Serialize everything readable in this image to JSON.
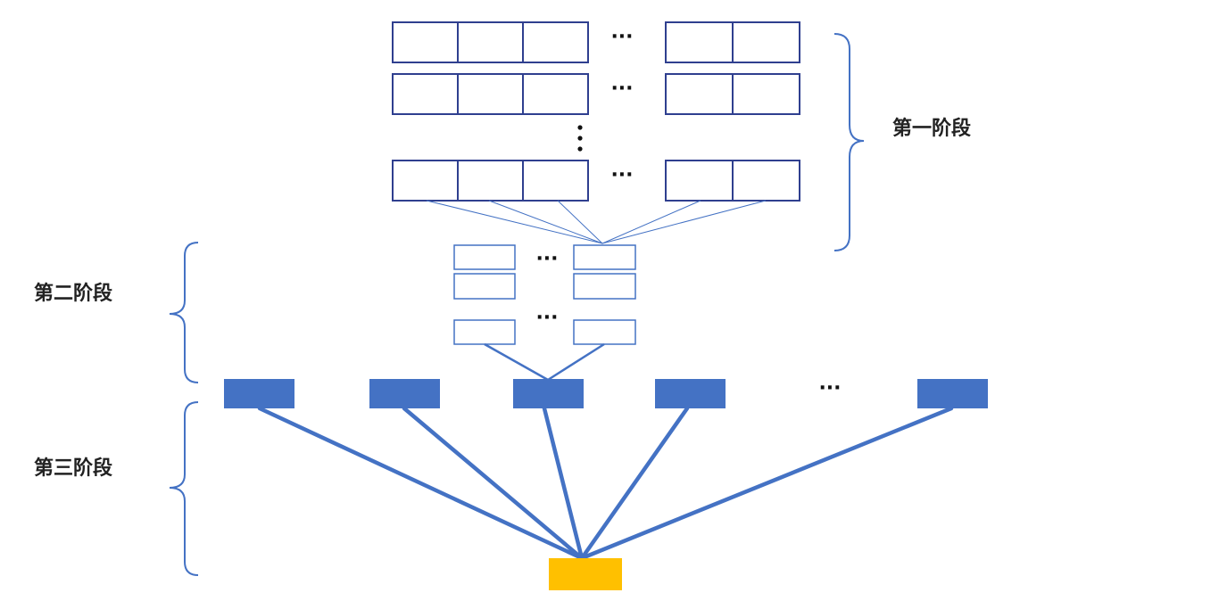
{
  "stages": [
    {
      "label": "第一阶段"
    },
    {
      "label": "第二阶段"
    },
    {
      "label": "第三阶段"
    }
  ],
  "ellipsis": "···",
  "colors": {
    "outline_box": "#2f3f8f",
    "small_box": "#4472c4",
    "filled_box": "#4472c4",
    "root_box": "#ffc000",
    "brace": "#4472c4",
    "connector": "#4472c4"
  }
}
